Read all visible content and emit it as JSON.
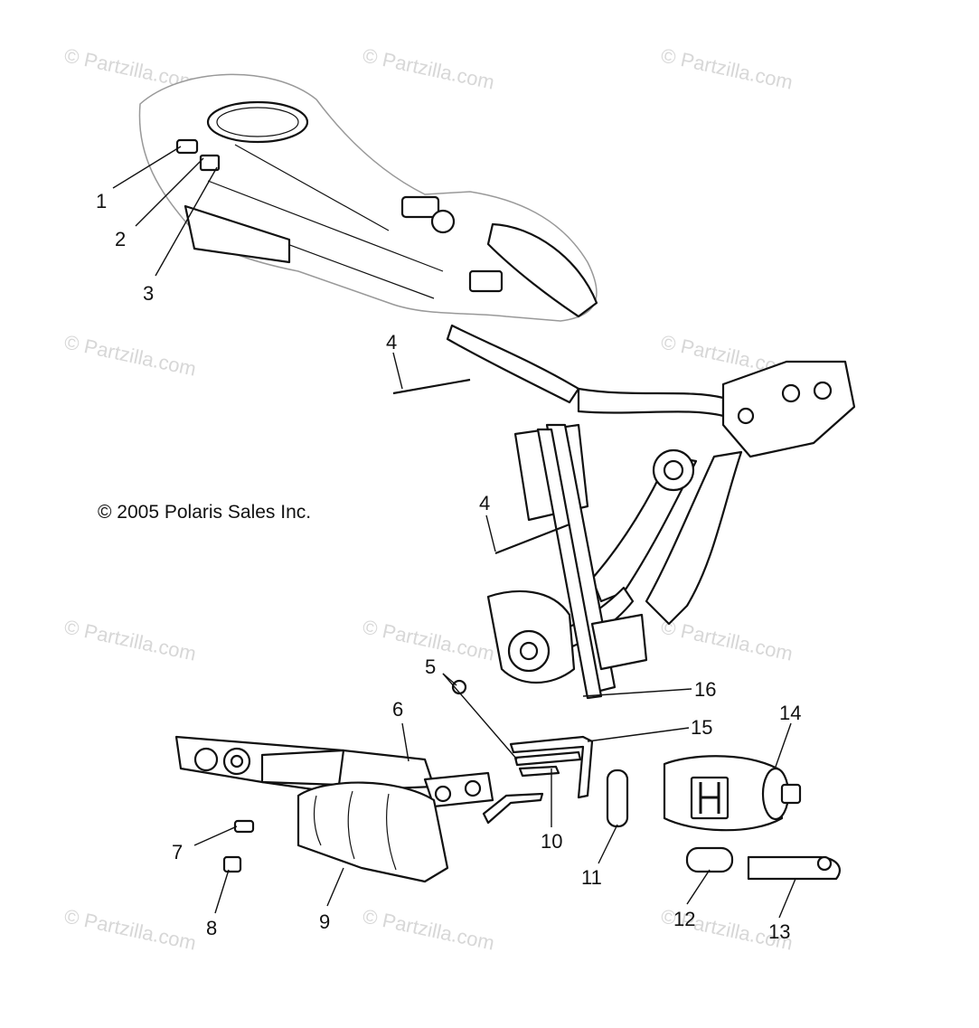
{
  "watermark": "© Partzilla.com",
  "copyright": "© 2005 Polaris Sales Inc.",
  "callouts": [
    {
      "id": "c1",
      "label": "1"
    },
    {
      "id": "c2",
      "label": "2"
    },
    {
      "id": "c3",
      "label": "3"
    },
    {
      "id": "c4a",
      "label": "4"
    },
    {
      "id": "c4b",
      "label": "4"
    },
    {
      "id": "c5",
      "label": "5"
    },
    {
      "id": "c6",
      "label": "6"
    },
    {
      "id": "c7",
      "label": "7"
    },
    {
      "id": "c8",
      "label": "8"
    },
    {
      "id": "c9",
      "label": "9"
    },
    {
      "id": "c10",
      "label": "10"
    },
    {
      "id": "c11",
      "label": "11"
    },
    {
      "id": "c12",
      "label": "12"
    },
    {
      "id": "c13",
      "label": "13"
    },
    {
      "id": "c14",
      "label": "14"
    },
    {
      "id": "c15",
      "label": "15"
    },
    {
      "id": "c16",
      "label": "16"
    }
  ]
}
